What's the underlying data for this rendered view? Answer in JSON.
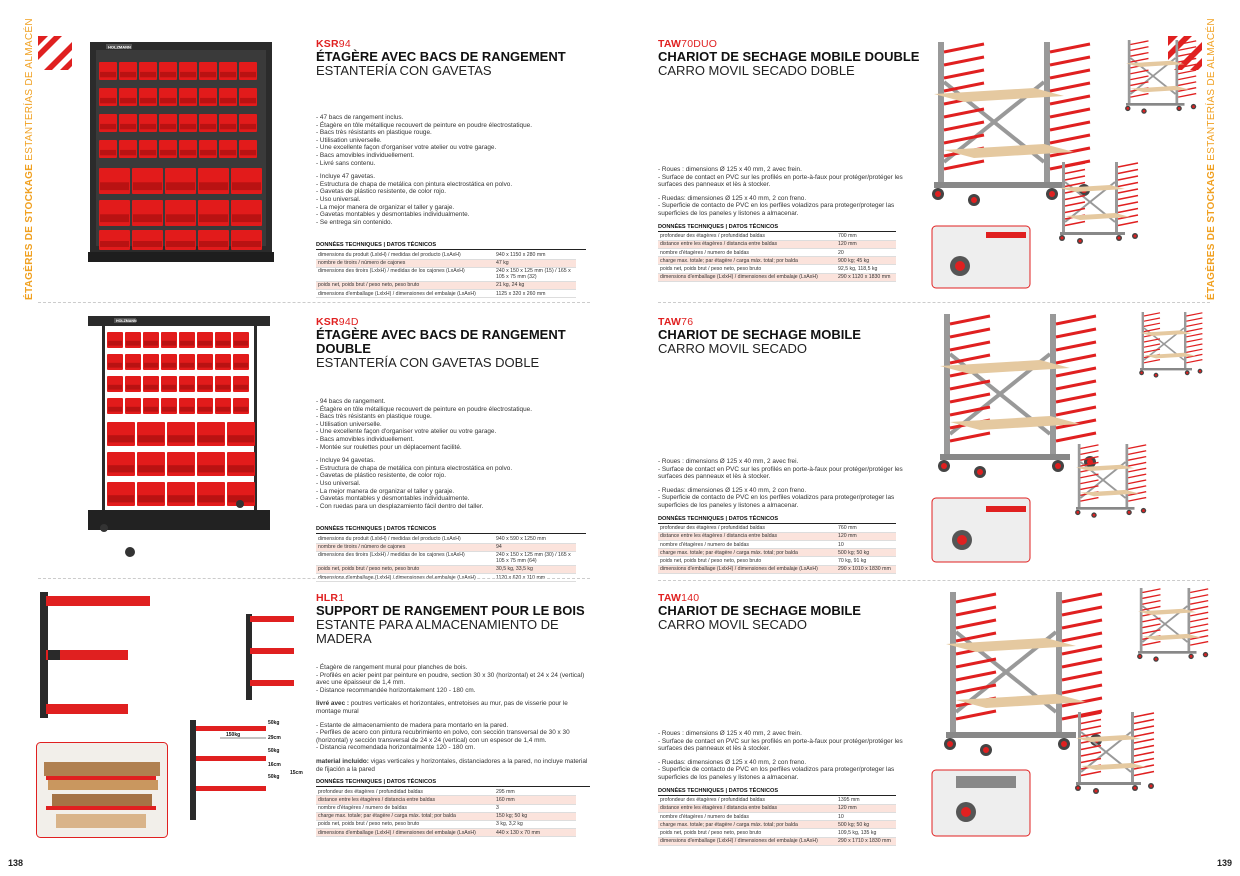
{
  "colors": {
    "accent": "#e02020",
    "side_label": "#f0a020",
    "spec_row_highlight": "#fbe3dc"
  },
  "side_label": {
    "fr": "ÉTAGÈRES DE STOCKAGE",
    "es": "ESTANTERÍAS DE ALMACÉN"
  },
  "pages": {
    "left_number": "138",
    "right_number": "139"
  },
  "brand_plate": "HOLZMANN",
  "products": {
    "ksr94": {
      "code_prefix": "KSR",
      "code_suffix": "94",
      "title_fr": "ÉTAGÈRE AVEC BACS DE RANGEMENT",
      "title_es": "ESTANTERÍA CON GAVETAS",
      "bullets_fr": [
        "47 bacs de rangement inclus.",
        "Étagère en tôle métallique recouvert de peinture en poudre électrostatique.",
        "Bacs très résistants en plastique rouge.",
        "Utilisation universelle.",
        "Une excellente façon d'organiser votre atelier ou votre garage.",
        "Bacs amovibles individuellement.",
        "Livré sans contenu."
      ],
      "bullets_es": [
        "Incluye 47 gavetas.",
        "Estructura de chapa de metálica con pintura electrostática en polvo.",
        "Gavetas de plástico resistente, de color rojo.",
        "Uso universal.",
        "La mejor manera de organizar el taller y garaje.",
        "Gavetas montables y desmontables individualmente.",
        "Se entrega sin contenido."
      ],
      "spec_title": "DONNÉES TECHNIQUES | DATOS TÉCNICOS",
      "specs": [
        [
          "dimensions du produit (LxlxH) / medidas del producto (LxAxH)",
          "940 x 1150 x 280 mm"
        ],
        [
          "nombre de tiroirs / número de cajones",
          "47 kg"
        ],
        [
          "dimensions des tiroirs (LxlxH) / medidas de los cajones (LxAxH)",
          "240 x 150 x 125 mm (15) / 165 x 105 x 75 mm (32)"
        ],
        [
          "poids net, poids brut / peso neto, peso bruto",
          "21 kg, 24 kg"
        ],
        [
          "dimensions d'emballage (LxlxH) / dimensiones del embalaje (LxAxH)",
          "1125 x 320 x 260 mm"
        ]
      ]
    },
    "ksr94d": {
      "code_prefix": "KSR",
      "code_suffix": "94D",
      "title_fr": "ÉTAGÈRE AVEC BACS DE RANGEMENT DOUBLE",
      "title_es": "ESTANTERÍA CON GAVETAS DOBLE",
      "bullets_fr": [
        "94 bacs de rangement.",
        "Étagère en tôle métallique recouvert de peinture en poudre électrostatique.",
        "Bacs très résistants en plastique rouge.",
        "Utilisation universelle.",
        "Une excellente façon d'organiser votre atelier ou votre garage.",
        "Bacs amovibles individuellement.",
        "Montée sur roulettes pour un déplacement facilité."
      ],
      "bullets_es": [
        "Incluye 94 gavetas.",
        "Estructura de chapa de metálica con pintura electrostática en polvo.",
        "Gavetas de plástico resistente, de color rojo.",
        "Uso universal.",
        "La mejor manera de organizar el taller y garaje.",
        "Gavetas montables y desmontables individualmente.",
        "Con ruedas para un desplazamiento fácil dentro del taller."
      ],
      "spec_title": "DONNÉES TECHNIQUES | DATOS TÉCNICOS",
      "specs": [
        [
          "dimensions du produit (LxlxH) / medidas del producto (LxAxH)",
          "940 x 590 x 1250 mm"
        ],
        [
          "nombre de tiroirs / número de cajones",
          "94"
        ],
        [
          "dimensions des tiroirs (LxlxH) / medidas de los cajones (LxAxH)",
          "240 x 150 x 125 mm (30) / 165 x 105 x 75 mm (64)"
        ],
        [
          "poids net, poids brut / peso neto, peso bruto",
          "30,5 kg, 33,5 kg"
        ],
        [
          "dimensions d'emballage (LxlxH) / dimensiones del embalaje (LxAxH)",
          "1120 x 620 x 110 mm"
        ]
      ]
    },
    "hlr1": {
      "code_prefix": "HLR",
      "code_suffix": "1",
      "title_fr": "SUPPORT DE RANGEMENT POUR LE BOIS",
      "title_es": "ESTANTE PARA ALMACENAMIENTO DE MADERA",
      "bullets_fr": [
        "Étagère de rangement mural pour planches de bois.",
        "Profilés en acier peint par peinture en poudre, section 30 x 30 (horizontal) et 24 x 24 (vertical) avec une épaisseur de 1,4 mm.",
        "Distance recommandée horizontalement 120 - 180 cm."
      ],
      "delivered_fr_label": "livré avec :",
      "delivered_fr_text": "poutres verticales et horizontales, entretoises au mur, pas de visserie pour le montage mural",
      "bullets_es": [
        "Estante de almacenamiento de madera para montarlo en la pared.",
        "Perfiles de acero con pintura recubrimiento en polvo, con sección transversal de 30 x 30 (horizontal) y sección transversal de 24 x 24 (vertical) con un espesor de 1,4 mm.",
        "Distancia recomendada horizontalmente 120 - 180 cm."
      ],
      "delivered_es_label": "material incluido:",
      "delivered_es_text": "vigas verticales y horizontales, distanciadores a la pared, no incluye material de fijación a la pared",
      "spec_title": "DONNÉES TECHNIQUES | DATOS TÉCNICOS",
      "specs": [
        [
          "profondeur des étagères / profundidad baldas",
          "295 mm"
        ],
        [
          "distance entre les étagères / distancia entre baldas",
          "160 mm"
        ],
        [
          "nombre d'étagères / numero de baldas",
          "3"
        ],
        [
          "charge max. totale; par étagère / carga máx. total; por balda",
          "150 kg; 50 kg"
        ],
        [
          "poids net, poids brut / peso neto, peso bruto",
          "3 kg, 3,2 kg"
        ],
        [
          "dimensions d'emballage (LxlxH) / dimensiones del embalaje (LxAxH)",
          "440 x 130 x 70 mm"
        ]
      ],
      "diagram_labels": {
        "w1": "50kg",
        "w2": "50kg",
        "w3": "50kg",
        "d1": "29cm",
        "d2": "16cm",
        "total": "150kg",
        "depth": "15cm"
      }
    },
    "taw70duo": {
      "code_prefix": "TAW",
      "code_suffix": "70DUO",
      "title_fr": "CHARIOT DE SECHAGE MOBILE DOUBLE",
      "title_es": "CARRO MOVIL SECADO DOBLE",
      "bullets_fr": [
        "Roues : dimensions Ø 125 x 40 mm, 2 avec frein.",
        "Surface de contact en PVC sur les profilés en porte-à-faux pour protéger/protéger les surfaces des panneaux et lès à stocker."
      ],
      "bullets_es": [
        "Ruedas: dimensiones Ø 125 x 40 mm, 2 con freno.",
        "Superficie de contacto de PVC en los perfiles voladizos para proteger/proteger las superficies de los paneles y listones a almacenar."
      ],
      "spec_title": "DONNÉES TECHNIQUES | DATOS TÉCNICOS",
      "specs": [
        [
          "profondeur des étagères / profundidad baldas",
          "700 mm"
        ],
        [
          "distance entre les étagères / distancia entre baldas",
          "120 mm"
        ],
        [
          "nombre d'étagères / numero de baldas",
          "20"
        ],
        [
          "charge max. totale; par étagère / carga máx. total; por balda",
          "900 kg; 45 kg"
        ],
        [
          "poids net, poids brut / peso neto, peso bruto",
          "92,5 kg, 118,5 kg"
        ],
        [
          "dimensions d'emballage (LxlxH) / dimensiones del embalaje (LxAxH)",
          "290 x 1120 x 1830 mm"
        ]
      ]
    },
    "taw76": {
      "code_prefix": "TAW",
      "code_suffix": "76",
      "title_fr": "CHARIOT DE SECHAGE MOBILE",
      "title_es": "CARRO MOVIL SECADO",
      "bullets_fr": [
        "Roues : dimensions Ø 125 x 40 mm, 2 avec frei.",
        "Surface de contact en PVC sur les profilés en porte-à-faux pour protéger/protéger les surfaces des panneaux et lès à stocker."
      ],
      "bullets_es": [
        "Ruedas: dimensiones Ø 125 x 40 mm, 2 con freno.",
        "Superficie de contacto de PVC en los perfiles voladizos para proteger/proteger las superficies de los paneles y listones a almacenar."
      ],
      "spec_title": "DONNÉES TECHNIQUES | DATOS TÉCNICOS",
      "specs": [
        [
          "profondeur des étagères / profundidad baldas",
          "760 mm"
        ],
        [
          "distance entre les étagères / distancia entre baldas",
          "120 mm"
        ],
        [
          "nombre d'étagères / numero de baldas",
          "10"
        ],
        [
          "charge max. totale; par étagère / carga máx. total; por balda",
          "500 kg; 50 kg"
        ],
        [
          "poids net, poids brut / peso neto, peso bruto",
          "70 kg, 91 kg"
        ],
        [
          "dimensions d'emballage (LxlxH) / dimensiones del embalaje (LxAxH)",
          "290 x 1010 x 1830 mm"
        ]
      ]
    },
    "taw140": {
      "code_prefix": "TAW",
      "code_suffix": "140",
      "title_fr": "CHARIOT DE SECHAGE MOBILE",
      "title_es": "CARRO MOVIL SECADO",
      "bullets_fr": [
        "Roues : dimensions Ø 125 x 40 mm, 2 avec frein.",
        "Surface de contact en PVC sur les profilés en porte-à-faux pour protéger/protéger les surfaces des panneaux et lès à stocker."
      ],
      "bullets_es": [
        "Ruedas: dimensiones Ø 125 x 40 mm, 2 con freno.",
        "Superficie de contacto de PVC en los perfiles voladizos para proteger/proteger las superficies de los paneles y listones a almacenar."
      ],
      "spec_title": "DONNÉES TECHNIQUES | DATOS TÉCNICOS",
      "specs": [
        [
          "profondeur des étagères / profundidad baldas",
          "1395 mm"
        ],
        [
          "distance entre les étagères / distancia entre baldas",
          "120 mm"
        ],
        [
          "nombre d'étagères / numero de baldas",
          "10"
        ],
        [
          "charge max. totale; par étagère / carga máx. total; por balda",
          "500 kg; 50 kg"
        ],
        [
          "poids net, poids brut / peso neto, peso bruto",
          "109,5 kg, 135 kg"
        ],
        [
          "dimensions d'emballage (LxlxH) / dimensiones del embalaje (LxAxH)",
          "290 x 1710 x 1830 mm"
        ]
      ]
    }
  }
}
